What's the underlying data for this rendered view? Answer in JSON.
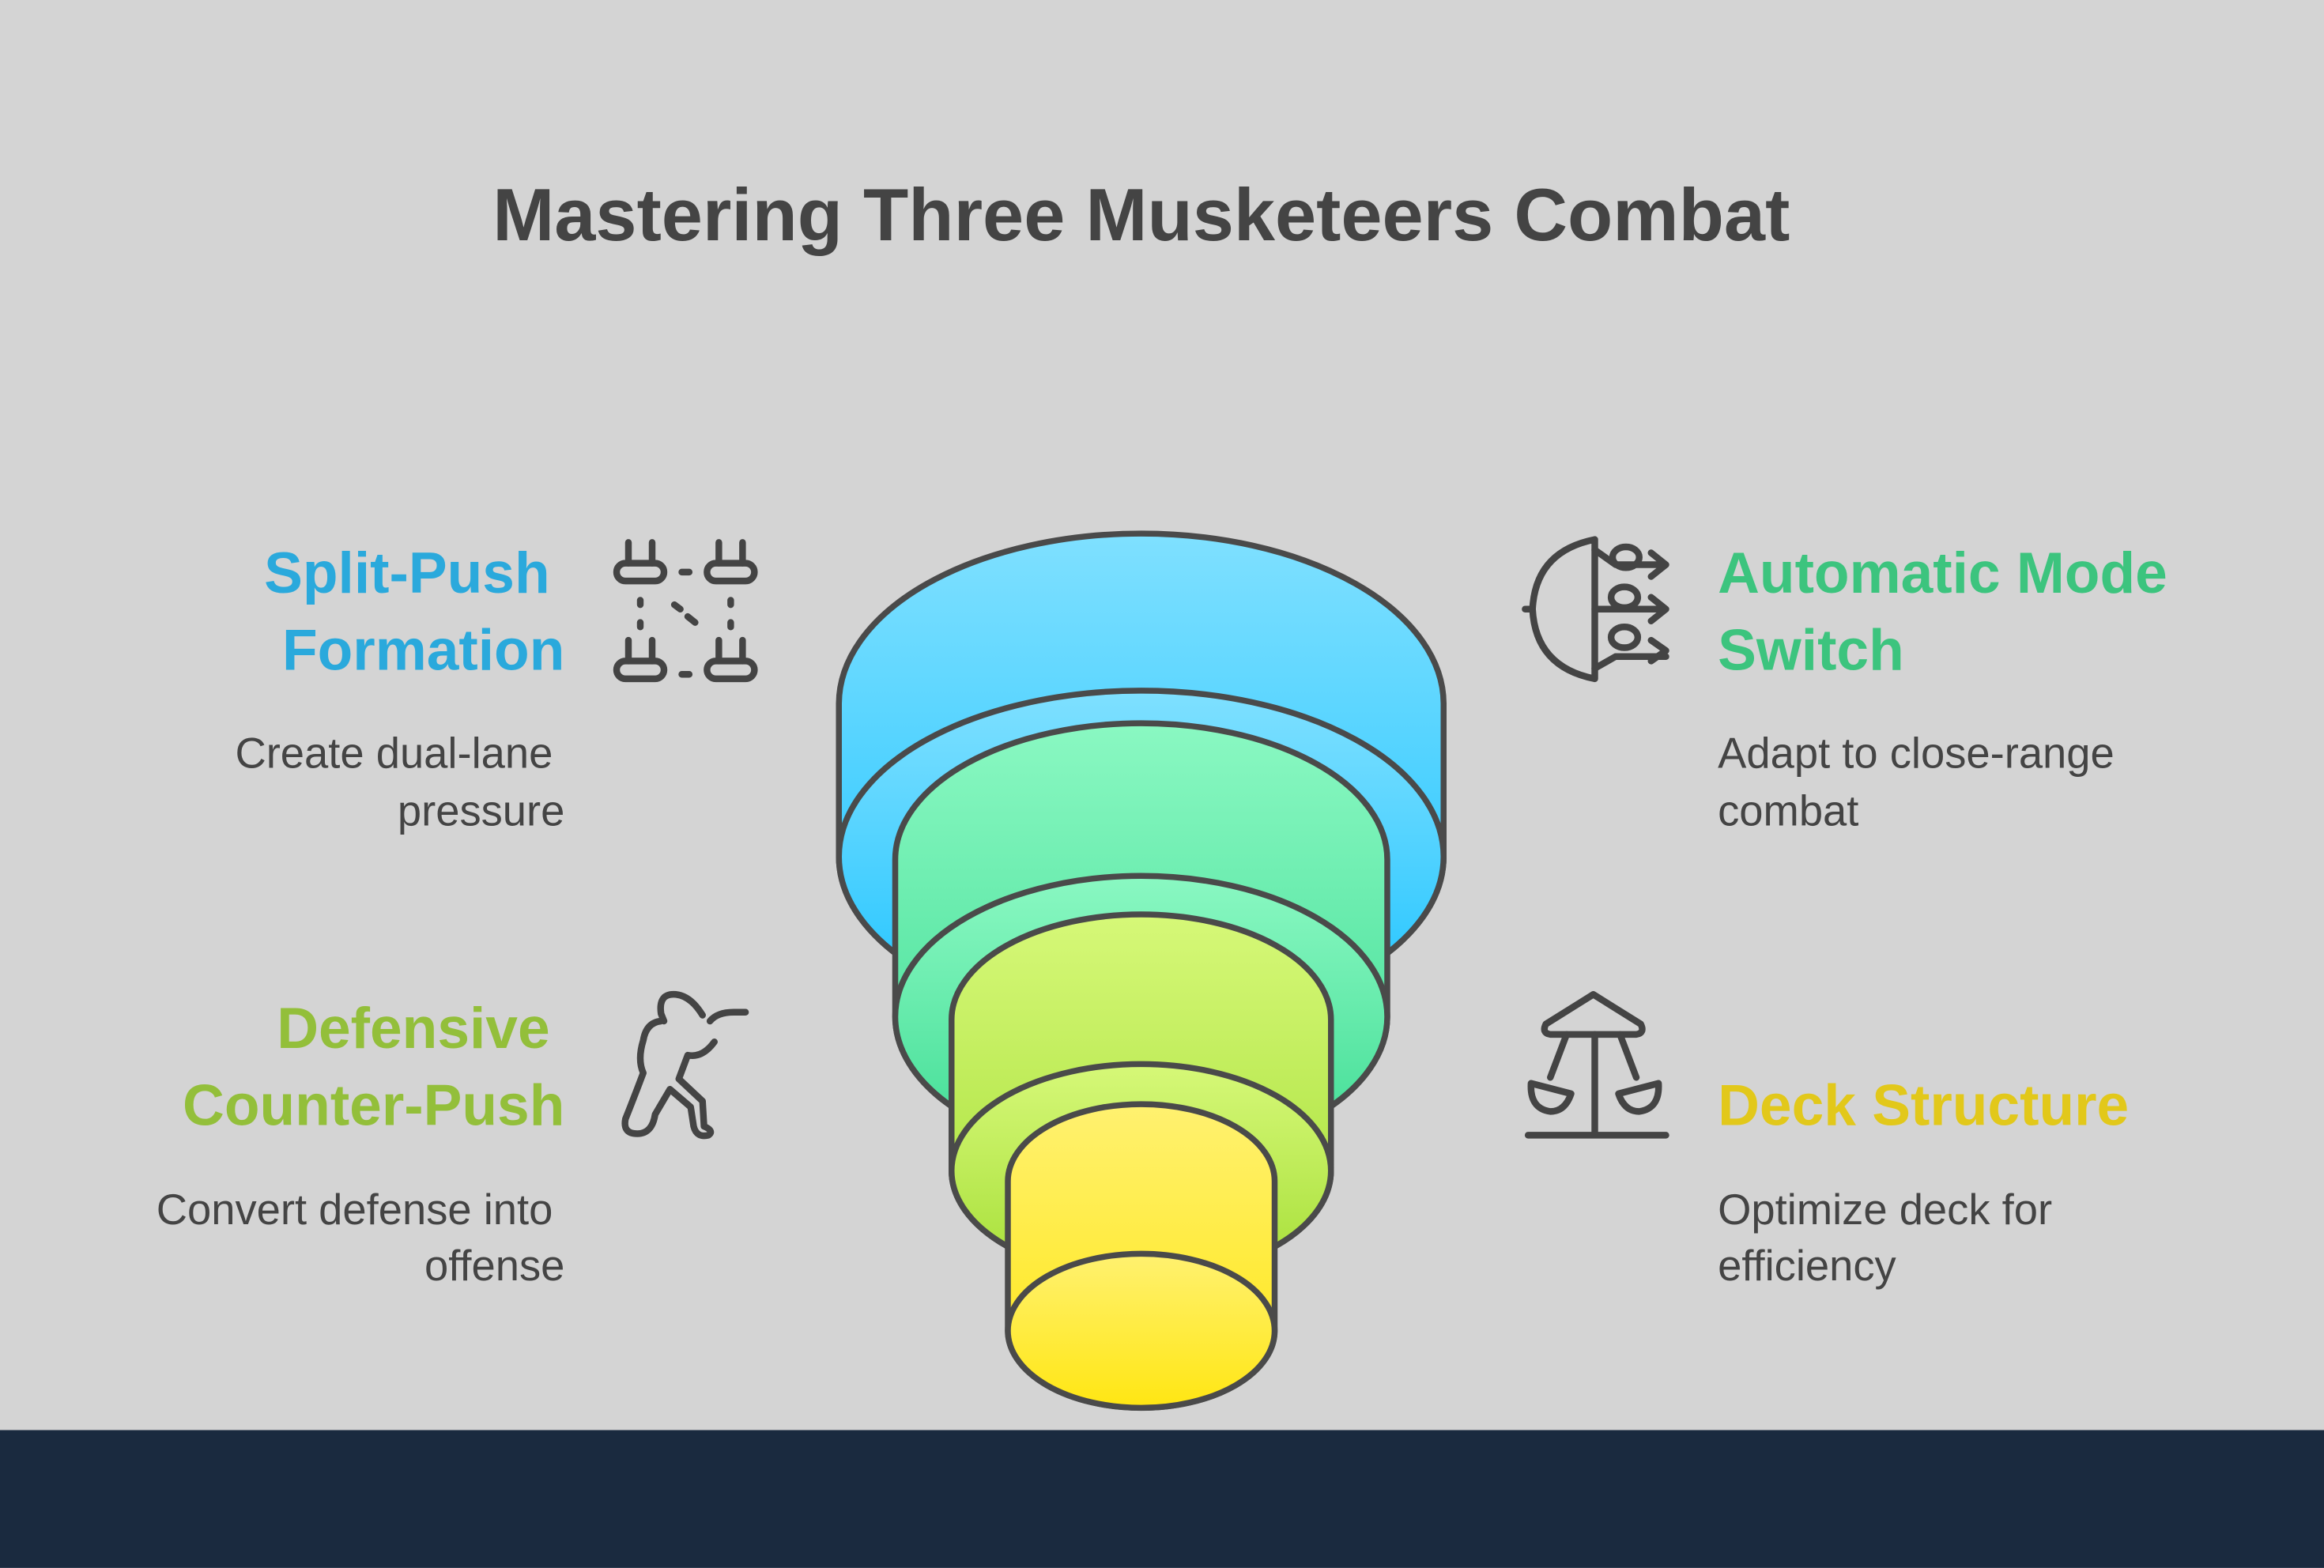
{
  "title": "Mastering Three Musketeers Combat",
  "items": [
    {
      "heading_lines": [
        "Split-Push",
        "Formation"
      ],
      "description_lines": [
        "Create dual-lane",
        "pressure"
      ],
      "icon": "split-formation-icon",
      "color": "#2aa9dc"
    },
    {
      "heading_lines": [
        "Automatic Mode",
        "Switch"
      ],
      "description_lines": [
        "Adapt to close-range",
        "combat"
      ],
      "icon": "mode-switch-icon",
      "color": "#3cc47e"
    },
    {
      "heading_lines": [
        "Defensive",
        "Counter-Push"
      ],
      "description_lines": [
        "Convert defense into",
        "offense"
      ],
      "icon": "shooter-icon",
      "color": "#93bf3a"
    },
    {
      "heading_lines": [
        "Deck Structure"
      ],
      "description_lines": [
        "Optimize deck for",
        "efficiency"
      ],
      "icon": "balance-icon",
      "color": "#e2c81a"
    }
  ],
  "colors": {
    "background": "#d4d4d4",
    "footer": "#1a2a3f",
    "text": "#444444"
  }
}
